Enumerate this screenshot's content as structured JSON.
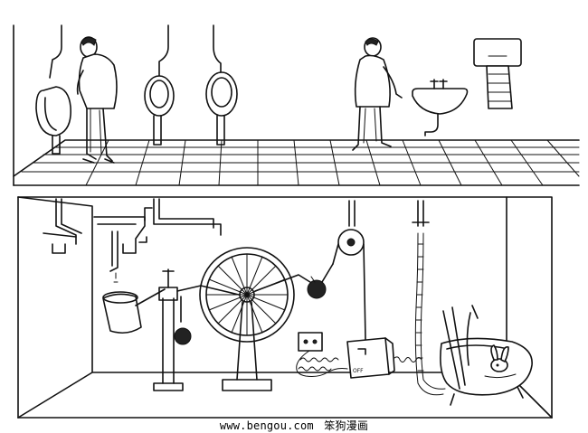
{
  "caption": {
    "url": "www.bengou.com",
    "site_name": "笨狗漫画"
  },
  "device": {
    "switch_label": "OFF"
  }
}
